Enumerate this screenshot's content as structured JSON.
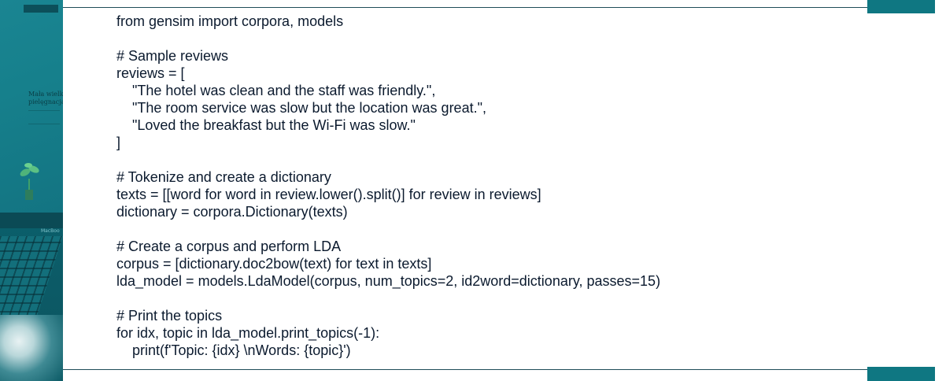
{
  "decoration": {
    "strip_text_line1": "Mała wielka",
    "strip_text_line2": "pielęgnacja",
    "strip_brand": "MacBoo"
  },
  "code": {
    "line_01": "from gensim import corpora, models",
    "line_03": "# Sample reviews",
    "line_04": "reviews = [",
    "line_05": "\"The hotel was clean and the staff was friendly.\",",
    "line_06": "\"The room service was slow but the location was great.\",",
    "line_07": "\"Loved the breakfast but the Wi-Fi was slow.\"",
    "line_08": "]",
    "line_10": "# Tokenize and create a dictionary",
    "line_11": "texts = [[word for word in review.lower().split()] for review in reviews]",
    "line_12": "dictionary = corpora.Dictionary(texts)",
    "line_14": "# Create a corpus and perform LDA",
    "line_15": "corpus = [dictionary.doc2bow(text) for text in texts]",
    "line_16": "lda_model = models.LdaModel(corpus, num_topics=2, id2word=dictionary, passes=15)",
    "line_18": "# Print the topics",
    "line_19": "for idx, topic in lda_model.print_topics(-1):",
    "line_20": "print(f'Topic: {idx} \\nWords: {topic}')"
  },
  "colors": {
    "accent_teal": "#0f7782",
    "text": "#0b1a2e",
    "rule": "#1f4d58"
  }
}
